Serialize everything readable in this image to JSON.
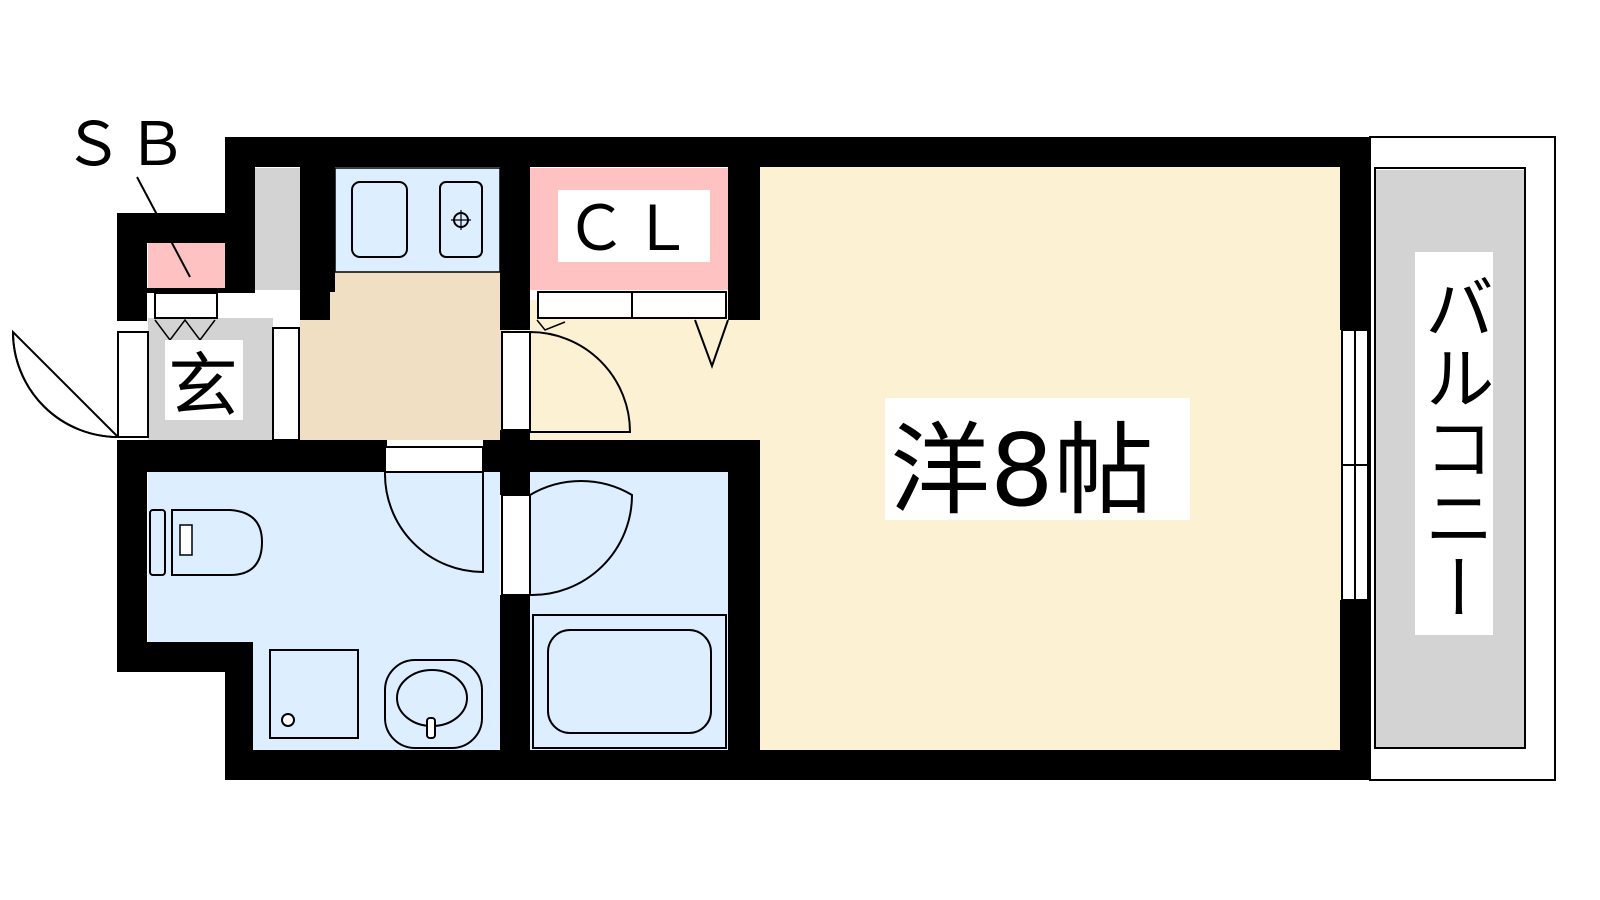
{
  "floor_plan": {
    "labels": {
      "shoe_box": "ＳＢ",
      "entrance": "玄",
      "closet": "ＣＬ",
      "western_room": "洋8帖",
      "balcony": "バルコニー"
    },
    "colors": {
      "wall": "#000000",
      "western_room_floor": "#fdf1d3",
      "kitchen_floor": "#f0dfc3",
      "wet_area_floor": "#dceeff",
      "closet_fill": "#ffc2c2",
      "balcony_fill": "#d3d3d3",
      "entrance_floor": "#d3d3d3"
    }
  }
}
